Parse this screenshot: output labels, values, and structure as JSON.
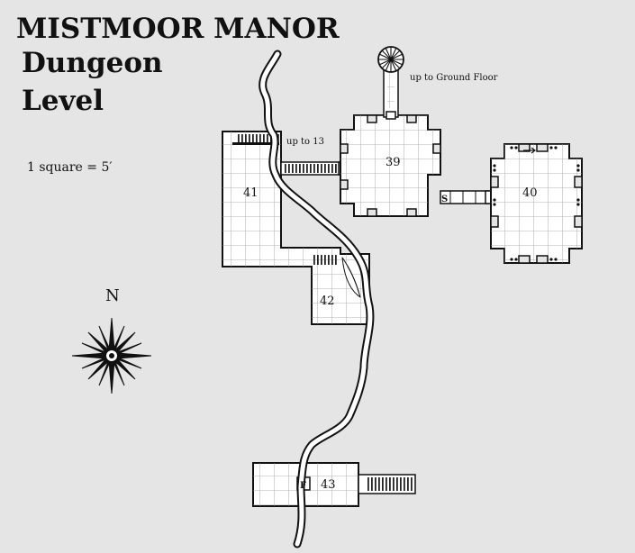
{
  "map": {
    "title": "MISTMOOR MANOR",
    "subtitle_line1": "Dungeon",
    "subtitle_line2": "Level",
    "scale": "1 square = 5′",
    "compass_label": "N",
    "rooms": [
      "39",
      "40",
      "41",
      "42",
      "43"
    ],
    "notes": {
      "up_ground": "up to Ground Floor",
      "up_13": "up to 13",
      "secret_door": "S",
      "feature": "F"
    }
  },
  "colors": {
    "background": "#e5e5e5",
    "room_fill": "#ffffff",
    "ink": "#111111",
    "grid": "#9a9a9a"
  }
}
